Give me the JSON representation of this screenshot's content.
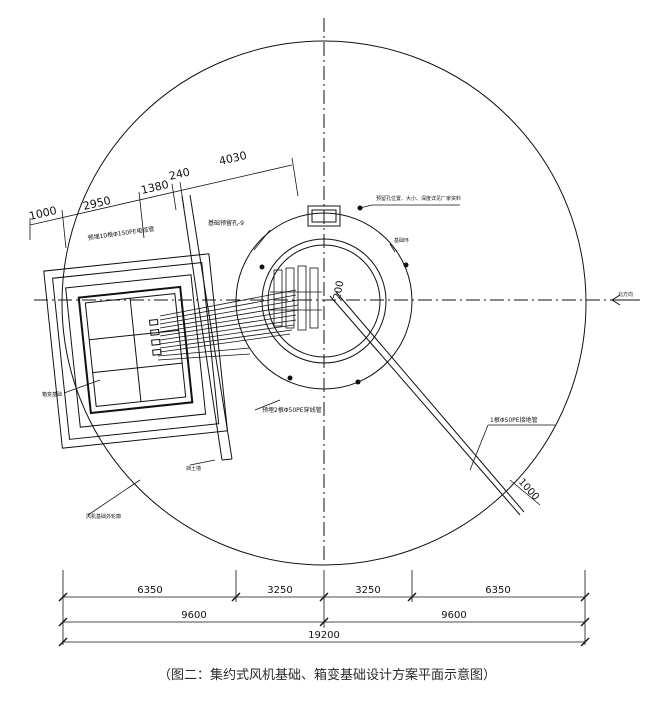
{
  "drawing": {
    "top_dims": [
      "1000",
      "2950",
      "1380",
      "240",
      "4030"
    ],
    "bottom_dims": {
      "row1": [
        "6350",
        "3250",
        "3250",
        "6350"
      ],
      "row2": [
        "9600",
        "9600"
      ],
      "total": "19200"
    },
    "radial_dims": [
      "200",
      "1000"
    ],
    "annotations": {
      "box_label": "箱变基础",
      "pipe_group": "预埋10根Φ150PE电缆管",
      "anchor": "基础预留孔-9",
      "cable_pipe": "预埋2根Φ50PE穿线管",
      "grounding_pipe": "1根Φ50PE接地管",
      "fan_base": "风机基础外轮廓",
      "retaining_wall": "挡土墙",
      "note_block": "预留孔位置、大小、深度详见厂家资料",
      "base_ring": "基础环",
      "north": "北方向"
    },
    "colors": {
      "line": "#111111",
      "axis": "#222222",
      "caption": "#2a2a2a"
    }
  },
  "caption": "（图二：集约式风机基础、箱变基础设计方案平面示意图）"
}
